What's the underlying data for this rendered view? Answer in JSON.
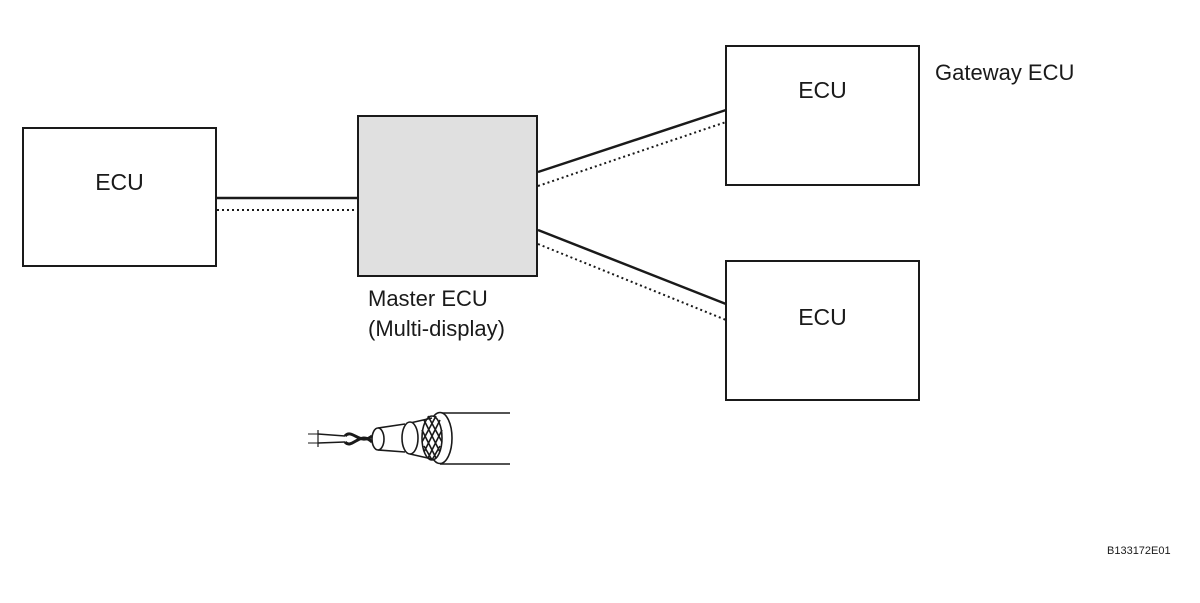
{
  "nodes": {
    "left_ecu": {
      "label": "ECU"
    },
    "master": {
      "label_line1": "Master ECU",
      "label_line2": "(Multi-display)"
    },
    "top_ecu": {
      "label": "ECU",
      "side_label": "Gateway ECU"
    },
    "bottom_ecu": {
      "label": "ECU"
    }
  },
  "figure_code": "B133172E01",
  "colors": {
    "line": "#1a1a1a",
    "master_fill": "#e0e0e0"
  },
  "icons": {
    "cable": "twisted-pair-shielded-cable-icon"
  }
}
